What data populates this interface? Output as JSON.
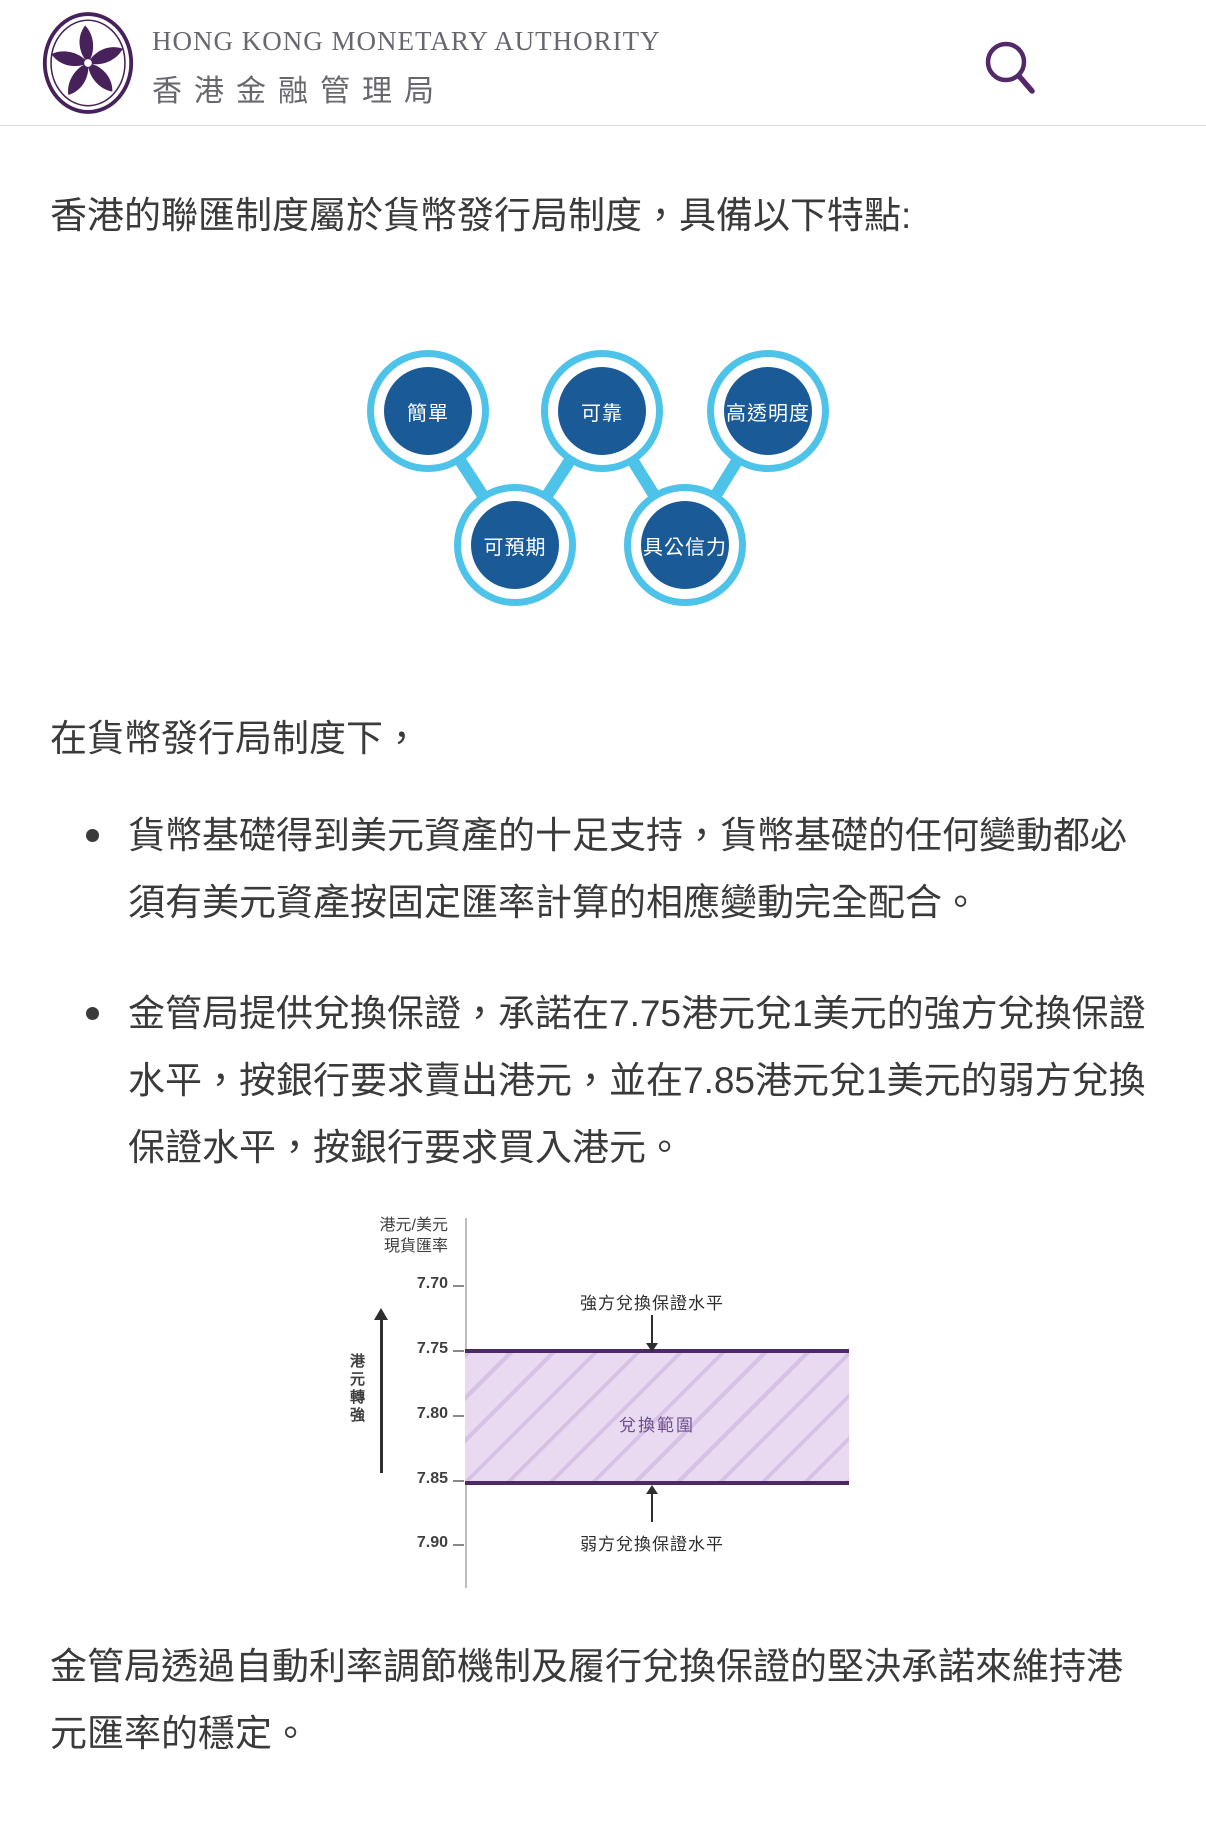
{
  "header": {
    "org_name_en": "HONG KONG MONETARY AUTHORITY",
    "org_name_zh": "香港金融管理局",
    "search_icon": "magnifier",
    "menu_icon": "hamburger"
  },
  "colors": {
    "brand_purple": "#46215a",
    "circle_ring_blue": "#4ec3ea",
    "circle_fill_blue": "#1a5a96",
    "band_fill": "#e9daf2",
    "band_border": "#4c2a63",
    "band_label_purple": "#6d4f8e",
    "body_text": "#3a3a3a"
  },
  "intro": "香港的聯匯制度屬於貨幣發行局制度，具備以下特點:",
  "features": [
    {
      "label": "簡單"
    },
    {
      "label": "可靠"
    },
    {
      "label": "高透明度"
    },
    {
      "label": "可預期"
    },
    {
      "label": "具公信力"
    }
  ],
  "currency_board_intro": "在貨幣發行局制度下，",
  "bullets": [
    "貨幣基礎得到美元資產的十足支持，貨幣基礎的任何變動都必須有美元資產按固定匯率計算的相應變動完全配合。",
    "金管局提供兌換保證，承諾在7.75港元兌1美元的強方兌換保證水平，按銀行要求賣出港元，並在7.85港元兌1美元的弱方兌換保證水平，按銀行要求買入港元。"
  ],
  "chart_data": {
    "type": "area",
    "ylabel_line1": "港元/美元",
    "ylabel_line2": "現貨匯率",
    "yticks": [
      "7.70",
      "7.75",
      "7.80",
      "7.85",
      "7.90"
    ],
    "ylim": [
      7.7,
      7.9
    ],
    "y_direction": "increasing-downward",
    "band": {
      "upper_bound": 7.75,
      "lower_bound": 7.85,
      "label": "兌換範圍"
    },
    "annotations": {
      "strong_side_label": "強方兌換保證水平",
      "weak_side_label": "弱方兌換保證水平",
      "left_arrow_label": "港元轉強"
    },
    "grid": false,
    "legend": false
  },
  "closing": "金管局透過自動利率調節機制及履行兌換保證的堅決承諾來維持港元匯率的穩定。"
}
